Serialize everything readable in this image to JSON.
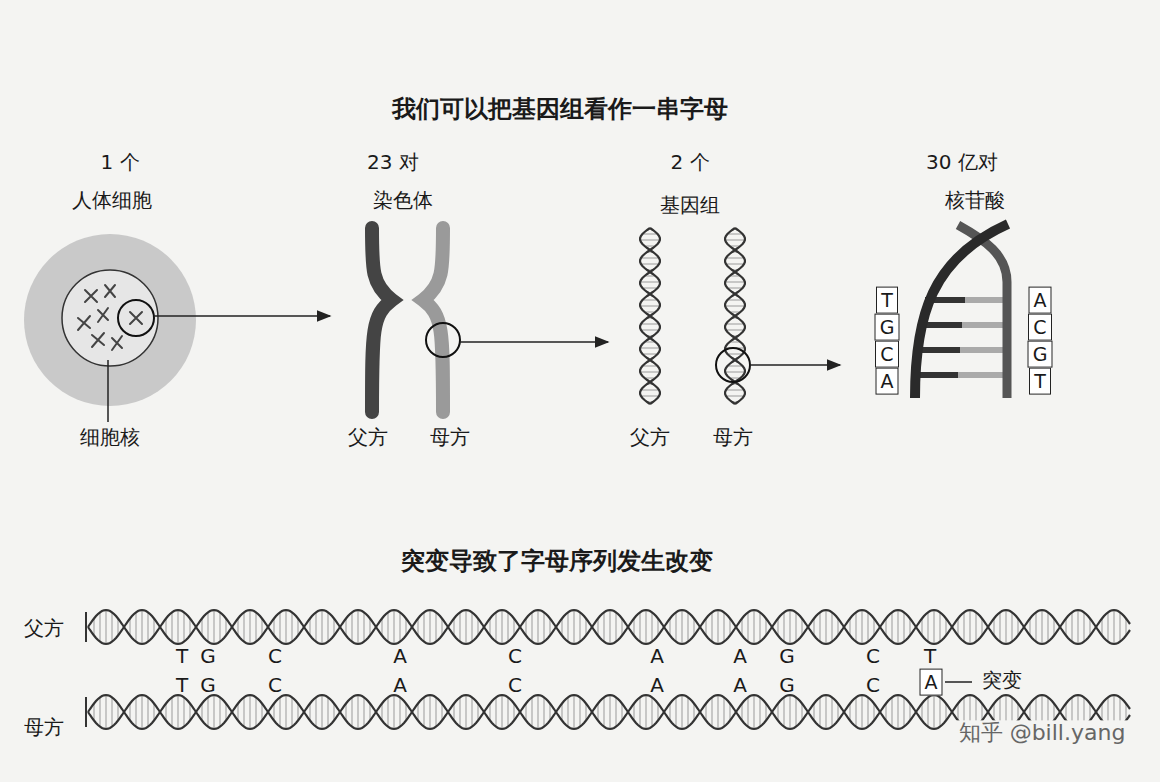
{
  "diagram": {
    "title": "我们可以把基因组看作一串字母",
    "nodes": [
      {
        "text": [
          "T"
        ]
      },
      {
        "text": [
          "G"
        ]
      },
      {
        "text": [
          "C"
        ]
      },
      {
        "text": [
          "A"
        ]
      },
      {
        "text": [
          "A"
        ]
      },
      {
        "text": [
          "C"
        ]
      },
      {
        "text": [
          "G"
        ]
      },
      {
        "text": [
          "T"
        ]
      },
      {
        "text": [
          "A"
        ]
      }
    ],
    "labels": [
      "1 个",
      "人体细胞",
      "23 对",
      "染色体",
      "2 个",
      "基因组",
      "30 亿对",
      "核苷酸",
      "细胞核",
      "父方",
      "母方",
      "父方",
      "母方",
      "突变导致了字母序列发生改变",
      "父方",
      "母方",
      "T",
      "G",
      "C",
      "A",
      "C",
      "A",
      "A",
      "G",
      "C",
      "T",
      "T",
      "G",
      "C",
      "A",
      "C",
      "A",
      "A",
      "G",
      "C",
      "突变",
      "知乎 @bill.yang"
    ]
  }
}
